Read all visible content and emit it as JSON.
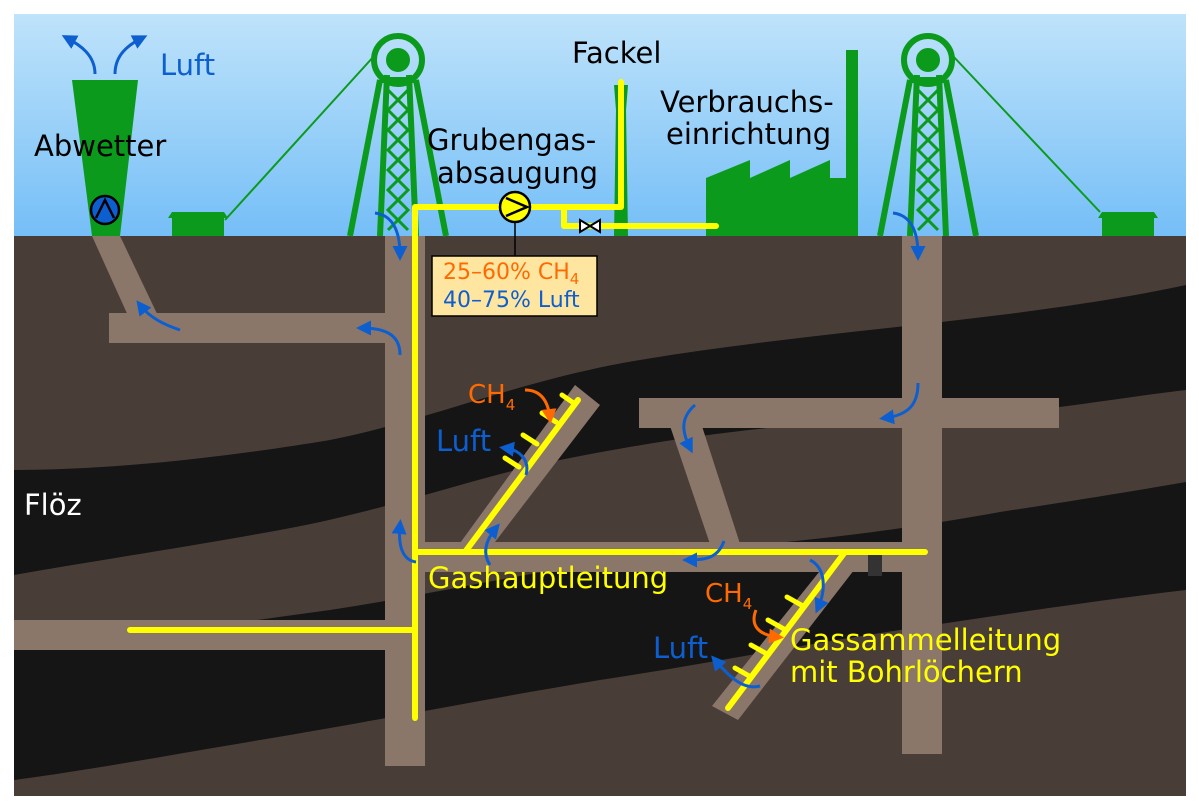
{
  "labels": {
    "luft_top": "Luft",
    "abwetter": "Abwetter",
    "fackel": "Fackel",
    "grubengas_1": "Grubengas-",
    "grubengas_2": "absaugung",
    "verbrauch_1": "Verbrauchs-",
    "verbrauch_2": "einrichtung",
    "floez": "Flöz",
    "gashaupt": "Gashauptleitung",
    "gassammel_1": "Gassammelleitung",
    "gassammel_2": "mit Bohrlöchern",
    "ch4_main": "CH",
    "ch4_sub": "4",
    "luft": "Luft"
  },
  "infobox": {
    "line1_prefix": "25–60% CH",
    "line1_sub": "4",
    "line2": "40–75% Luft"
  },
  "colors": {
    "sky_top": "#aad8f7",
    "sky_bottom": "#7fc4f8",
    "ground": "#493d37",
    "seam": "#1a1a1a",
    "tunnel": "#8b766a",
    "structure_green": "#0b9a1c",
    "pipe_yellow": "#ffff00",
    "air_blue": "#0d5fd0",
    "methane_orange": "#ff6a00",
    "infobox_fill": "#ffe6a0"
  }
}
